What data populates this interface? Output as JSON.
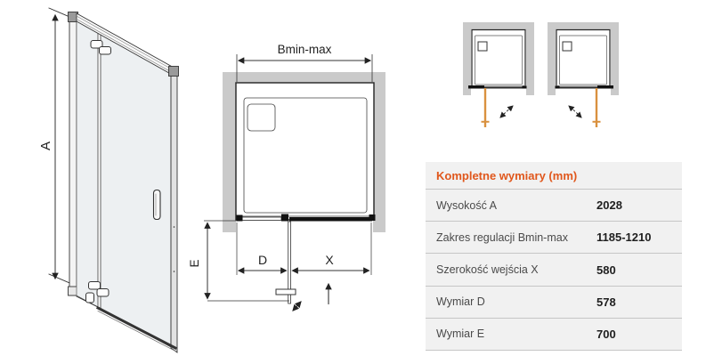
{
  "diagram_labels": {
    "height": "A",
    "width_range": "Bmin-max",
    "dim_d": "D",
    "dim_x": "X",
    "dim_e": "E"
  },
  "table": {
    "title": "Kompletne wymiary (mm)",
    "rows": [
      {
        "label": "Wysokość A",
        "value": "2028"
      },
      {
        "label": "Zakres regulacji Bmin-max",
        "value": "1185-1210"
      },
      {
        "label": "Szerokość wejścia X",
        "value": "580"
      },
      {
        "label": "Wymiar D",
        "value": "578"
      },
      {
        "label": "Wymiar E",
        "value": "700"
      }
    ]
  },
  "colors": {
    "accent_title": "#e0571c",
    "wall_gray": "#cacaca",
    "glass_fill": "#edf0f2",
    "line": "#2b2b2b",
    "open_door_orange": "#d9913f",
    "table_background": "#f1f1f1",
    "table_separator": "#c6c6c6"
  }
}
